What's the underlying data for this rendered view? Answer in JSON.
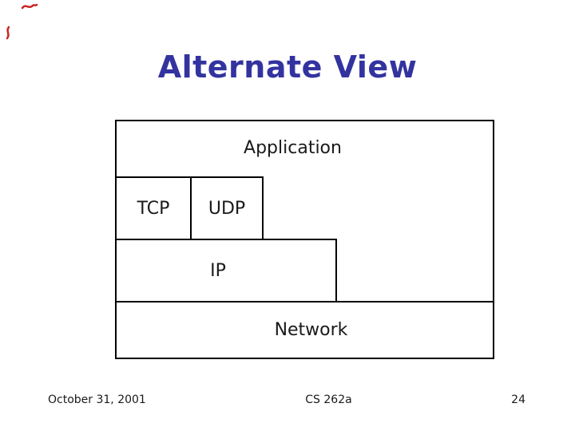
{
  "slide": {
    "title": "Alternate View"
  },
  "diagram": {
    "type": "protocol-stack",
    "boxes": {
      "application": {
        "label": "Application"
      },
      "tcp": {
        "label": "TCP"
      },
      "udp": {
        "label": "UDP"
      },
      "ip": {
        "label": "IP"
      },
      "network": {
        "label": "Network"
      }
    }
  },
  "footer": {
    "date": "October 31, 2001",
    "course": "CS 262a",
    "page_number": "24"
  },
  "colors": {
    "title": "#3333a0",
    "text": "#1a1a1a",
    "line": "#000000",
    "pen": "#cc2222",
    "background": "#ffffff"
  }
}
